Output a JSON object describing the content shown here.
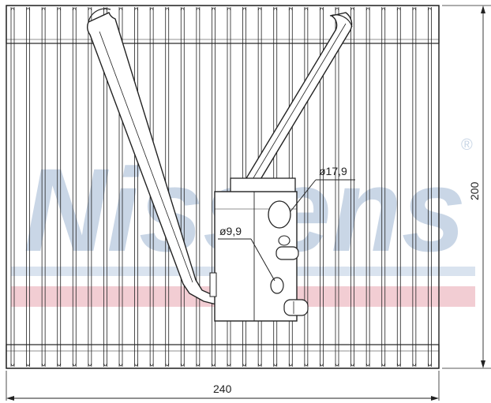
{
  "watermark": {
    "brand": "Nissens",
    "registered_mark": "®",
    "color_text": "#c9d6e6",
    "color_band_blue": "#d9e3ef",
    "color_band_pink": "#f2cdd3"
  },
  "dimensions": {
    "width_label": "240",
    "height_label": "200",
    "large_port_label": "ø17,9",
    "small_port_label": "ø9,9"
  },
  "colors": {
    "line": "#222222",
    "fill": "#ffffff"
  }
}
